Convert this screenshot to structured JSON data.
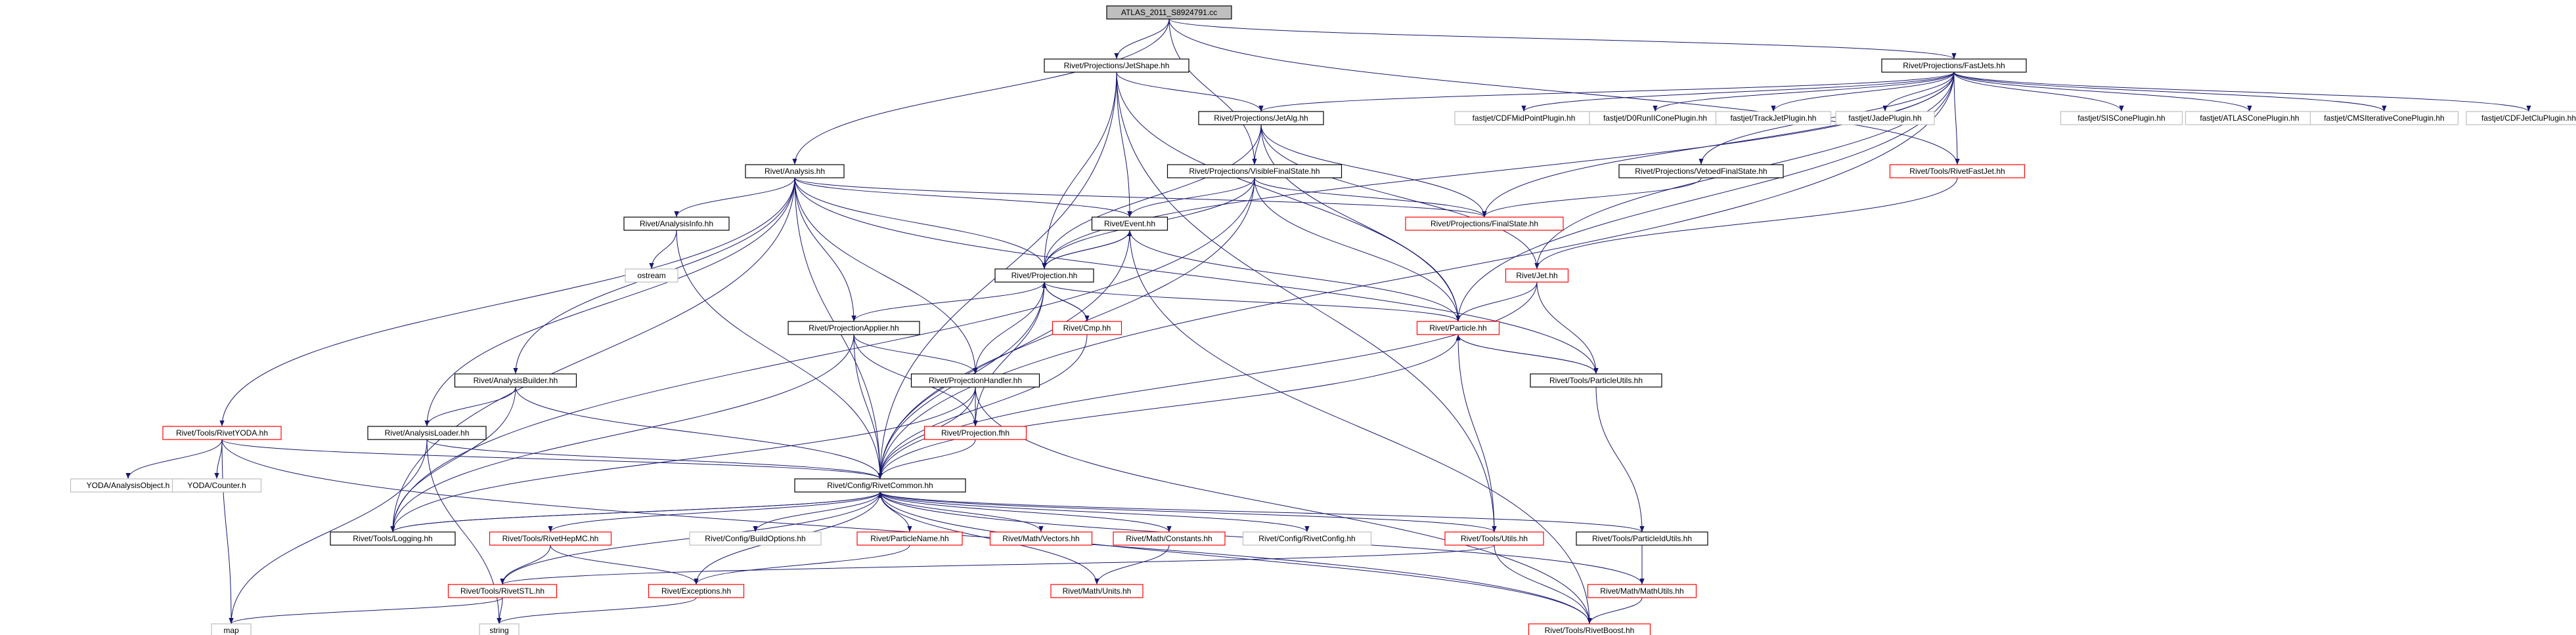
{
  "colors": {
    "edge": "#191970",
    "border_normal": "#000000",
    "border_red": "#ff0000",
    "border_gray": "#bfbfbf",
    "root_fill": "#bfbfbf",
    "fill": "#ffffff"
  },
  "nodes": [
    {
      "id": "root",
      "label": "ATLAS_2011_S8924791.cc",
      "style": "root"
    },
    {
      "id": "jetshape",
      "label": "Rivet/Projections/JetShape.hh",
      "style": "normal"
    },
    {
      "id": "fastjets",
      "label": "Rivet/Projections/FastJets.hh",
      "style": "normal"
    },
    {
      "id": "jetalg",
      "label": "Rivet/Projections/JetAlg.hh",
      "style": "normal"
    },
    {
      "id": "cdfmid",
      "label": "fastjet/CDFMidPointPlugin.hh",
      "style": "gray"
    },
    {
      "id": "d0run",
      "label": "fastjet/D0RunIIConePlugin.hh",
      "style": "gray"
    },
    {
      "id": "trackjet",
      "label": "fastjet/TrackJetPlugin.hh",
      "style": "gray"
    },
    {
      "id": "jade",
      "label": "fastjet/JadePlugin.hh",
      "style": "gray"
    },
    {
      "id": "siscone",
      "label": "fastjet/SISConePlugin.hh",
      "style": "gray"
    },
    {
      "id": "atlascone",
      "label": "fastjet/ATLASConePlugin.hh",
      "style": "gray"
    },
    {
      "id": "cmsiter",
      "label": "fastjet/CMSIterativeConePlugin.hh",
      "style": "gray"
    },
    {
      "id": "cdfjetclu",
      "label": "fastjet/CDFJetCluPlugin.hh",
      "style": "gray"
    },
    {
      "id": "analysis",
      "label": "Rivet/Analysis.hh",
      "style": "normal"
    },
    {
      "id": "visiblefs",
      "label": "Rivet/Projections/VisibleFinalState.hh",
      "style": "normal"
    },
    {
      "id": "vetoedfs",
      "label": "Rivet/Projections/VetoedFinalState.hh",
      "style": "normal"
    },
    {
      "id": "rivetfastjet",
      "label": "Rivet/Tools/RivetFastJet.hh",
      "style": "red"
    },
    {
      "id": "analysisinfo",
      "label": "Rivet/AnalysisInfo.hh",
      "style": "normal"
    },
    {
      "id": "event",
      "label": "Rivet/Event.hh",
      "style": "normal"
    },
    {
      "id": "finalstate",
      "label": "Rivet/Projections/FinalState.hh",
      "style": "red"
    },
    {
      "id": "ostream",
      "label": "ostream",
      "style": "gray"
    },
    {
      "id": "projection",
      "label": "Rivet/Projection.hh",
      "style": "normal"
    },
    {
      "id": "jet",
      "label": "Rivet/Jet.hh",
      "style": "red"
    },
    {
      "id": "cmp",
      "label": "Rivet/Cmp.hh",
      "style": "red"
    },
    {
      "id": "particle",
      "label": "Rivet/Particle.hh",
      "style": "red"
    },
    {
      "id": "projapplier",
      "label": "Rivet/ProjectionApplier.hh",
      "style": "normal"
    },
    {
      "id": "particleutils",
      "label": "Rivet/Tools/ParticleUtils.hh",
      "style": "normal"
    },
    {
      "id": "analysisbuilder",
      "label": "Rivet/AnalysisBuilder.hh",
      "style": "normal"
    },
    {
      "id": "projhandler",
      "label": "Rivet/ProjectionHandler.hh",
      "style": "normal"
    },
    {
      "id": "rivetyoda",
      "label": "Rivet/Tools/RivetYODA.hh",
      "style": "red"
    },
    {
      "id": "analysisloader",
      "label": "Rivet/AnalysisLoader.hh",
      "style": "normal"
    },
    {
      "id": "projectionfhh",
      "label": "Rivet/Projection.fhh",
      "style": "red"
    },
    {
      "id": "yodaao",
      "label": "YODA/AnalysisObject.h",
      "style": "gray"
    },
    {
      "id": "yodacounter",
      "label": "YODA/Counter.h",
      "style": "gray"
    },
    {
      "id": "rivetcommon",
      "label": "Rivet/Config/RivetCommon.hh",
      "style": "normal"
    },
    {
      "id": "logging",
      "label": "Rivet/Tools/Logging.hh",
      "style": "normal"
    },
    {
      "id": "rivethepmc",
      "label": "Rivet/Tools/RivetHepMC.hh",
      "style": "red"
    },
    {
      "id": "buildoptions",
      "label": "Rivet/Config/BuildOptions.hh",
      "style": "gray"
    },
    {
      "id": "particlename",
      "label": "Rivet/ParticleName.hh",
      "style": "red"
    },
    {
      "id": "vectors",
      "label": "Rivet/Math/Vectors.hh",
      "style": "red"
    },
    {
      "id": "constants",
      "label": "Rivet/Math/Constants.hh",
      "style": "red"
    },
    {
      "id": "rivetconfig",
      "label": "Rivet/Config/RivetConfig.hh",
      "style": "gray"
    },
    {
      "id": "utils",
      "label": "Rivet/Tools/Utils.hh",
      "style": "red"
    },
    {
      "id": "particleidutils",
      "label": "Rivet/Tools/ParticleIdUtils.hh",
      "style": "normal"
    },
    {
      "id": "rivetstl",
      "label": "Rivet/Tools/RivetSTL.hh",
      "style": "red"
    },
    {
      "id": "exceptions",
      "label": "Rivet/Exceptions.hh",
      "style": "red"
    },
    {
      "id": "units",
      "label": "Rivet/Math/Units.hh",
      "style": "red"
    },
    {
      "id": "mathutils",
      "label": "Rivet/Math/MathUtils.hh",
      "style": "red"
    },
    {
      "id": "map",
      "label": "map",
      "style": "gray"
    },
    {
      "id": "string",
      "label": "string",
      "style": "gray"
    },
    {
      "id": "rivetboost",
      "label": "Rivet/Tools/RivetBoost.hh",
      "style": "red"
    }
  ],
  "edges": [
    [
      "root",
      "jetshape"
    ],
    [
      "root",
      "fastjets"
    ],
    [
      "root",
      "analysis"
    ],
    [
      "root",
      "visiblefs"
    ],
    [
      "root",
      "rivetfastjet"
    ],
    [
      "jetshape",
      "jetalg"
    ],
    [
      "jetshape",
      "projection"
    ],
    [
      "jetshape",
      "event"
    ],
    [
      "jetshape",
      "particle"
    ],
    [
      "jetshape",
      "rivetcommon"
    ],
    [
      "jetshape",
      "utils"
    ],
    [
      "fastjets",
      "jetalg"
    ],
    [
      "fastjets",
      "cdfmid"
    ],
    [
      "fastjets",
      "d0run"
    ],
    [
      "fastjets",
      "trackjet"
    ],
    [
      "fastjets",
      "jade"
    ],
    [
      "fastjets",
      "siscone"
    ],
    [
      "fastjets",
      "atlascone"
    ],
    [
      "fastjets",
      "cmsiter"
    ],
    [
      "fastjets",
      "cdfjetclu"
    ],
    [
      "fastjets",
      "vetoedfs"
    ],
    [
      "fastjets",
      "rivetfastjet"
    ],
    [
      "fastjets",
      "finalstate"
    ],
    [
      "fastjets",
      "projection"
    ],
    [
      "fastjets",
      "jet"
    ],
    [
      "fastjets",
      "particle"
    ],
    [
      "fastjets",
      "rivetcommon"
    ],
    [
      "jetalg",
      "visiblefs"
    ],
    [
      "jetalg",
      "projection"
    ],
    [
      "jetalg",
      "finalstate"
    ],
    [
      "jetalg",
      "particle"
    ],
    [
      "jetalg",
      "jet"
    ],
    [
      "visiblefs",
      "finalstate"
    ],
    [
      "visiblefs",
      "projection"
    ],
    [
      "visiblefs",
      "event"
    ],
    [
      "visiblefs",
      "particle"
    ],
    [
      "visiblefs",
      "rivetcommon"
    ],
    [
      "visiblefs",
      "logging"
    ],
    [
      "vetoedfs",
      "finalstate"
    ],
    [
      "rivetfastjet",
      "jet"
    ],
    [
      "analysis",
      "analysisinfo"
    ],
    [
      "analysis",
      "event"
    ],
    [
      "analysis",
      "projection"
    ],
    [
      "analysis",
      "projapplier"
    ],
    [
      "analysis",
      "projhandler"
    ],
    [
      "analysis",
      "analysisbuilder"
    ],
    [
      "analysis",
      "analysisloader"
    ],
    [
      "analysis",
      "rivetyoda"
    ],
    [
      "analysis",
      "rivetcommon"
    ],
    [
      "analysis",
      "logging"
    ],
    [
      "analysis",
      "particleutils"
    ],
    [
      "analysis",
      "finalstate"
    ],
    [
      "analysisinfo",
      "ostream"
    ],
    [
      "analysisinfo",
      "rivetcommon"
    ],
    [
      "event",
      "projection"
    ],
    [
      "event",
      "rivetcommon"
    ],
    [
      "event",
      "particle"
    ],
    [
      "event",
      "rivetboost"
    ],
    [
      "projection",
      "event"
    ],
    [
      "projection",
      "cmp"
    ],
    [
      "projection",
      "projapplier"
    ],
    [
      "projection",
      "projhandler"
    ],
    [
      "projection",
      "rivetcommon"
    ],
    [
      "projection",
      "particle"
    ],
    [
      "projection",
      "projectionfhh"
    ],
    [
      "cmp",
      "projection"
    ],
    [
      "cmp",
      "rivetcommon"
    ],
    [
      "jet",
      "particle"
    ],
    [
      "jet",
      "particleutils"
    ],
    [
      "jet",
      "rivetcommon"
    ],
    [
      "particle",
      "particleutils"
    ],
    [
      "particle",
      "rivetcommon"
    ],
    [
      "particle",
      "utils"
    ],
    [
      "particleutils",
      "particle"
    ],
    [
      "particleutils",
      "particleidutils"
    ],
    [
      "projapplier",
      "projhandler"
    ],
    [
      "projapplier",
      "projectionfhh"
    ],
    [
      "projapplier",
      "rivetcommon"
    ],
    [
      "projapplier",
      "logging"
    ],
    [
      "projhandler",
      "projectionfhh"
    ],
    [
      "projhandler",
      "rivetcommon"
    ],
    [
      "projhandler",
      "logging"
    ],
    [
      "projhandler",
      "rivetboost"
    ],
    [
      "projectionfhh",
      "rivetcommon"
    ],
    [
      "analysisbuilder",
      "analysisloader"
    ],
    [
      "analysisbuilder",
      "rivetcommon"
    ],
    [
      "analysisbuilder",
      "logging"
    ],
    [
      "analysisloader",
      "rivetcommon"
    ],
    [
      "analysisloader",
      "map"
    ],
    [
      "analysisloader",
      "string"
    ],
    [
      "rivetyoda",
      "yodaao"
    ],
    [
      "rivetyoda",
      "yodacounter"
    ],
    [
      "rivetyoda",
      "rivetcommon"
    ],
    [
      "rivetyoda",
      "map"
    ],
    [
      "rivetyoda",
      "rivetboost"
    ],
    [
      "rivetcommon",
      "logging"
    ],
    [
      "rivetcommon",
      "rivethepmc"
    ],
    [
      "rivetcommon",
      "buildoptions"
    ],
    [
      "rivetcommon",
      "particlename"
    ],
    [
      "rivetcommon",
      "vectors"
    ],
    [
      "rivetcommon",
      "constants"
    ],
    [
      "rivetcommon",
      "rivetconfig"
    ],
    [
      "rivetcommon",
      "utils"
    ],
    [
      "rivetcommon",
      "particleidutils"
    ],
    [
      "rivetcommon",
      "rivetstl"
    ],
    [
      "rivetcommon",
      "exceptions"
    ],
    [
      "rivetcommon",
      "units"
    ],
    [
      "rivetcommon",
      "mathutils"
    ],
    [
      "rivetcommon",
      "rivetboost"
    ],
    [
      "logging",
      "rivetcommon"
    ],
    [
      "rivethepmc",
      "rivetstl"
    ],
    [
      "rivethepmc",
      "exceptions"
    ],
    [
      "particlename",
      "exceptions"
    ],
    [
      "constants",
      "units"
    ],
    [
      "utils",
      "rivetstl"
    ],
    [
      "utils",
      "rivetboost"
    ],
    [
      "particleidutils",
      "mathutils"
    ],
    [
      "rivetstl",
      "map"
    ],
    [
      "rivetstl",
      "string"
    ],
    [
      "exceptions",
      "string"
    ],
    [
      "mathutils",
      "rivetboost"
    ]
  ]
}
